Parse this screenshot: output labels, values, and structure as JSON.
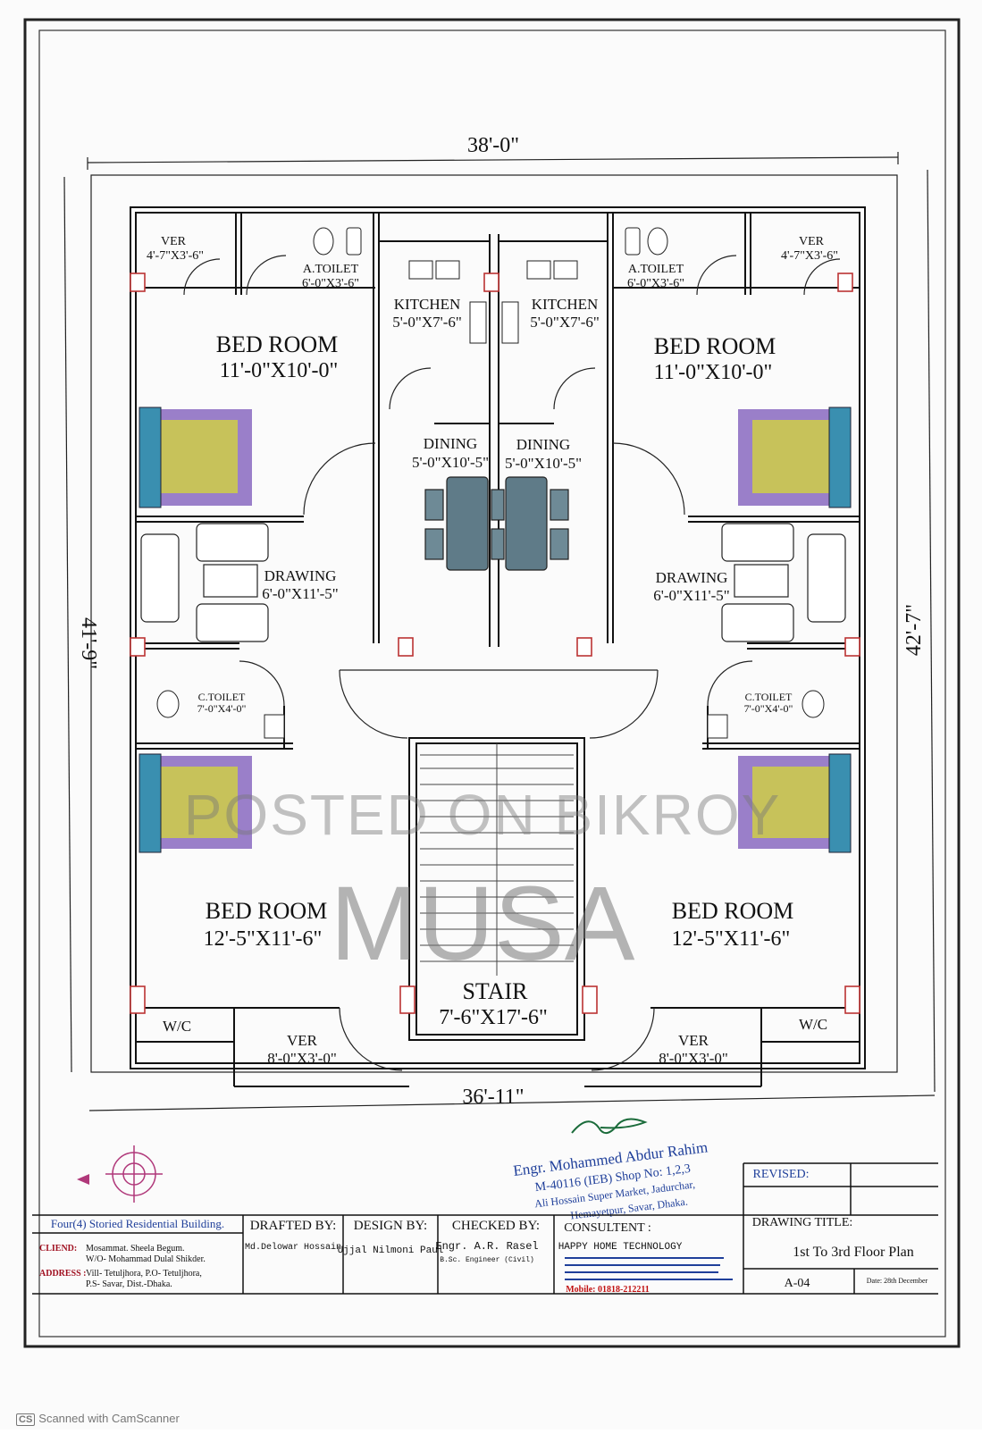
{
  "dimensions": {
    "top": "38'-0\"",
    "bottom": "36'-11\"",
    "left": "41'-9\"",
    "right": "42'-7\""
  },
  "rooms": {
    "ver_tl": {
      "name": "VER",
      "dim": "4'-7\"X3'-6\""
    },
    "ver_tr": {
      "name": "VER",
      "dim": "4'-7\"X3'-6\""
    },
    "atoilet_l": {
      "name": "A.TOILET",
      "dim": "6'-0\"X3'-6\""
    },
    "atoilet_r": {
      "name": "A.TOILET",
      "dim": "6'-0\"X3'-6\""
    },
    "kitchen_l": {
      "name": "KITCHEN",
      "dim": "5'-0\"X7'-6\""
    },
    "kitchen_r": {
      "name": "KITCHEN",
      "dim": "5'-0\"X7'-6\""
    },
    "bed_tl": {
      "name": "BED ROOM",
      "dim": "11'-0\"X10'-0\""
    },
    "bed_tr": {
      "name": "BED ROOM",
      "dim": "11'-0\"X10'-0\""
    },
    "dining_l": {
      "name": "DINING",
      "dim": "5'-0\"X10'-5\""
    },
    "dining_r": {
      "name": "DINING",
      "dim": "5'-0\"X10'-5\""
    },
    "drawing_l": {
      "name": "DRAWING",
      "dim": "6'-0\"X11'-5\""
    },
    "drawing_r": {
      "name": "DRAWING",
      "dim": "6'-0\"X11'-5\""
    },
    "ctoilet_l": {
      "name": "C.TOILET",
      "dim": "7'-0\"X4'-0\""
    },
    "ctoilet_r": {
      "name": "C.TOILET",
      "dim": "7'-0\"X4'-0\""
    },
    "bed_bl": {
      "name": "BED ROOM",
      "dim": "12'-5\"X11'-6\""
    },
    "bed_br": {
      "name": "BED ROOM",
      "dim": "12'-5\"X11'-6\""
    },
    "stair": {
      "name": "STAIR",
      "dim": "7'-6\"X17'-6\""
    },
    "wc_l": {
      "name": "W/C"
    },
    "wc_r": {
      "name": "W/C"
    },
    "ver_bl": {
      "name": "VER",
      "dim": "8'-0\"X3'-0\""
    },
    "ver_br": {
      "name": "VER",
      "dim": "8'-0\"X3'-0\""
    }
  },
  "watermark": {
    "line1": "POSTED ON BIKROY",
    "line2": "MUSA"
  },
  "engineer": {
    "name": "Engr. Mohammed Abdur Rahim",
    "reg": "M-40116 (IEB) Shop No: 1,2,3",
    "addr1": "Ali Hossain Super Market, Jadurchar,",
    "addr2": "Hemayetpur, Savar, Dhaka."
  },
  "title_block": {
    "project": "Four(4) Storied Residential Building.",
    "client_label": "CLIEND:",
    "client_name": "Mosammat. Sheela Begum.",
    "client_wo": "W/O- Mohammad Dulal Shikder.",
    "address_label": "ADDRESS :",
    "address1": "Vill- Tetuljhora, P.O- Tetuljhora,",
    "address2": "P.S- Savar, Dist.-Dhaka.",
    "drafted_label": "DRAFTED BY:",
    "drafted_name": "Md.Delowar Hossain",
    "design_label": "DESIGN BY:",
    "design_name": "Ujjal Nilmoni Paul",
    "checked_label": "CHECKED BY:",
    "checked_name": "Engr. A.R. Rasel",
    "checked_degree": "B.Sc. Engineer (Civil)",
    "consultent_label": "CONSULTENT :",
    "consultent_name": "HAPPY HOME TECHNOLOGY",
    "mobile": "Mobile: 01818-212211",
    "revised_label": "REVISED:",
    "drawing_title_label": "DRAWING TITLE:",
    "drawing_title": "1st To 3rd Floor Plan",
    "sheet_no": "A-04",
    "date": "Date: 28th December"
  },
  "scanner": {
    "badge": "CS",
    "text": "Scanned with CamScanner"
  }
}
